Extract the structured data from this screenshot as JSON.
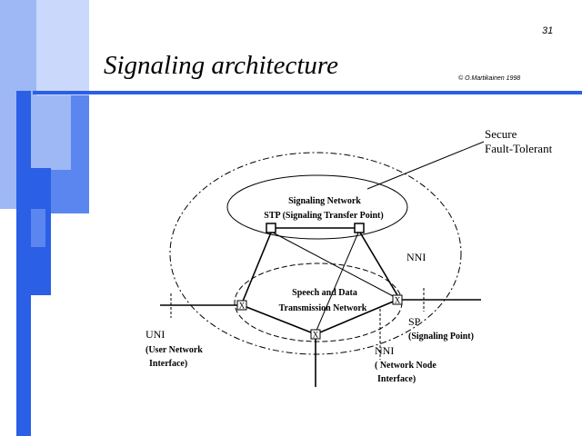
{
  "slide": {
    "page_number": "31",
    "title": "Signaling architecture",
    "copyright": "© O.Martikainen 1998"
  },
  "diagram": {
    "label_secure": "Secure",
    "label_fault_tolerant": "Fault-Tolerant",
    "signaling_network_title": "Signaling Network",
    "signaling_network_stp": "STP (Signaling Transfer Point)",
    "speech_data_line1": "Speech and Data",
    "speech_data_line2": "Transmission Network",
    "nni_upper": "NNI",
    "uni_title": "UNI",
    "uni_line1": "(User Network",
    "uni_line2": "Interface)",
    "sp_title": "SP",
    "sp_desc": "(Signaling Point)",
    "nni_lower": "NNI",
    "nni_line1": "( Network Node",
    "nni_line2": "Interface)",
    "switch_marker": "X"
  },
  "colors": {
    "accent_blue": "#2a5fe6",
    "light_blue": "#9db8f5",
    "mid_blue": "#5b86f0",
    "pale_blue": "#c9d8fb"
  }
}
